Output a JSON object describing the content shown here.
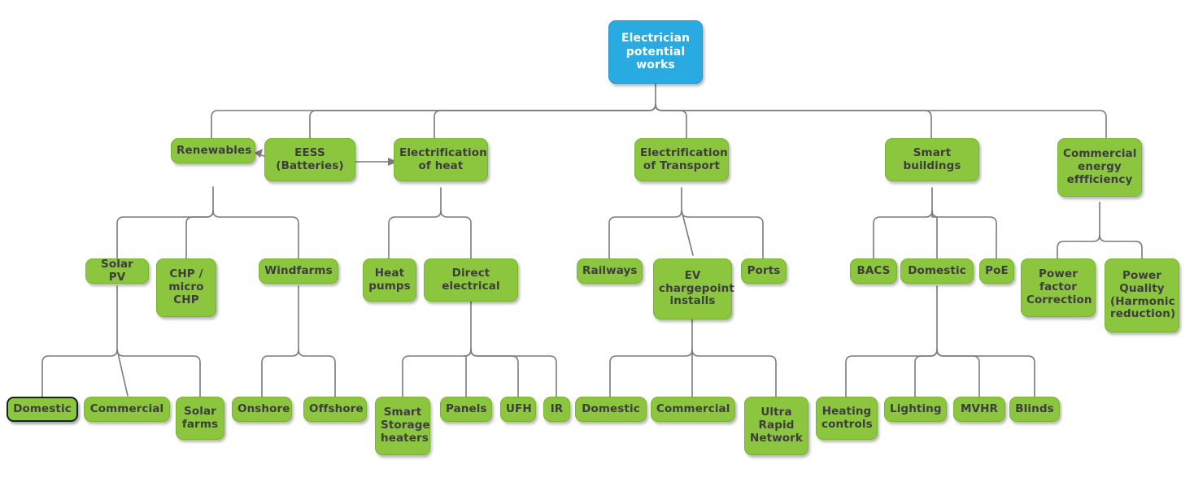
{
  "diagram": {
    "title": "Electrician potential works",
    "type": "mind-map",
    "colors": {
      "root_fill": "#29abe2",
      "root_text": "#ffffff",
      "node_fill": "#8cc63e",
      "node_text": "#3d3d3d",
      "connector": "#7a7a7a",
      "selected_border": "#15202b",
      "background": "#ffffff"
    },
    "nodes": {
      "root": {
        "label": "Electrician potential works",
        "lines": [
          "Electrician",
          "potential",
          "works"
        ]
      },
      "renewables": {
        "label": "Renewables",
        "lines": [
          "Renewables"
        ]
      },
      "eess": {
        "label": "EESS (Batteries)",
        "lines": [
          "EESS",
          "(Batteries)"
        ]
      },
      "elec_heat": {
        "label": "Electrification of heat",
        "lines": [
          "Electrification",
          "of heat"
        ]
      },
      "elec_transport": {
        "label": "Electrification of Transport",
        "lines": [
          "Electrification",
          "of Transport"
        ]
      },
      "smart_buildings": {
        "label": "Smart buildings",
        "lines": [
          "Smart",
          "buildings"
        ]
      },
      "commercial_energy": {
        "label": "Commercial energy effficiency",
        "lines": [
          "Commercial",
          "energy",
          "effficiency"
        ]
      },
      "solar_pv": {
        "label": "Solar PV",
        "lines": [
          "Solar PV"
        ]
      },
      "chp": {
        "label": "CHP / micro CHP",
        "lines": [
          "CHP /",
          "micro",
          "CHP"
        ]
      },
      "windfarms": {
        "label": "Windfarms",
        "lines": [
          "Windfarms"
        ]
      },
      "heat_pumps": {
        "label": "Heat pumps",
        "lines": [
          "Heat",
          "pumps"
        ]
      },
      "direct_electrical": {
        "label": "Direct electrical",
        "lines": [
          "Direct",
          "electrical"
        ]
      },
      "railways": {
        "label": "Railways",
        "lines": [
          "Railways"
        ]
      },
      "ev_chargepoint": {
        "label": "EV chargepoint installs",
        "lines": [
          "EV",
          "chargepoint",
          "installs"
        ]
      },
      "ports": {
        "label": "Ports",
        "lines": [
          "Ports"
        ]
      },
      "bacs": {
        "label": "BACS",
        "lines": [
          "BACS"
        ]
      },
      "sb_domestic": {
        "label": "Domestic",
        "lines": [
          "Domestic"
        ]
      },
      "poe": {
        "label": "PoE",
        "lines": [
          "PoE"
        ]
      },
      "power_factor": {
        "label": "Power factor Correction",
        "lines": [
          "Power",
          "factor",
          "Correction"
        ]
      },
      "power_quality": {
        "label": "Power Quality (Harmonic reduction)",
        "lines": [
          "Power",
          "Quality",
          "(Harmonic",
          "reduction)"
        ]
      },
      "pv_domestic": {
        "label": "Domestic",
        "lines": [
          "Domestic"
        ],
        "selected": true
      },
      "pv_commercial": {
        "label": "Commercial",
        "lines": [
          "Commercial"
        ]
      },
      "solar_farms": {
        "label": "Solar farms",
        "lines": [
          "Solar",
          "farms"
        ]
      },
      "onshore": {
        "label": "Onshore",
        "lines": [
          "Onshore"
        ]
      },
      "offshore": {
        "label": "Offshore",
        "lines": [
          "Offshore"
        ]
      },
      "smart_storage_heaters": {
        "label": "Smart Storage heaters",
        "lines": [
          "Smart",
          "Storage",
          "heaters"
        ]
      },
      "panels": {
        "label": "Panels",
        "lines": [
          "Panels"
        ]
      },
      "ufh": {
        "label": "UFH",
        "lines": [
          "UFH"
        ]
      },
      "ir": {
        "label": "IR",
        "lines": [
          "IR"
        ]
      },
      "ev_domestic": {
        "label": "Domestic",
        "lines": [
          "Domestic"
        ]
      },
      "ev_commercial": {
        "label": "Commercial",
        "lines": [
          "Commercial"
        ]
      },
      "ultra_rapid": {
        "label": "Ultra Rapid Network",
        "lines": [
          "Ultra",
          "Rapid",
          "Network"
        ]
      },
      "heating_controls": {
        "label": "Heating controls",
        "lines": [
          "Heating",
          "controls"
        ]
      },
      "lighting": {
        "label": "Lighting",
        "lines": [
          "Lighting"
        ]
      },
      "mvhr": {
        "label": "MVHR",
        "lines": [
          "MVHR"
        ]
      },
      "blinds": {
        "label": "Blinds",
        "lines": [
          "Blinds"
        ]
      }
    },
    "edges": [
      {
        "from": "root",
        "to": "renewables"
      },
      {
        "from": "root",
        "to": "eess"
      },
      {
        "from": "root",
        "to": "elec_heat"
      },
      {
        "from": "root",
        "to": "elec_transport"
      },
      {
        "from": "root",
        "to": "smart_buildings"
      },
      {
        "from": "root",
        "to": "commercial_energy"
      },
      {
        "from": "eess",
        "to": "renewables",
        "style": "arrow"
      },
      {
        "from": "eess",
        "to": "elec_heat",
        "style": "arrow"
      },
      {
        "from": "renewables",
        "to": "solar_pv"
      },
      {
        "from": "renewables",
        "to": "chp"
      },
      {
        "from": "renewables",
        "to": "windfarms"
      },
      {
        "from": "elec_heat",
        "to": "heat_pumps"
      },
      {
        "from": "elec_heat",
        "to": "direct_electrical"
      },
      {
        "from": "elec_transport",
        "to": "railways"
      },
      {
        "from": "elec_transport",
        "to": "ev_chargepoint"
      },
      {
        "from": "elec_transport",
        "to": "ports"
      },
      {
        "from": "smart_buildings",
        "to": "bacs"
      },
      {
        "from": "smart_buildings",
        "to": "sb_domestic"
      },
      {
        "from": "smart_buildings",
        "to": "poe"
      },
      {
        "from": "commercial_energy",
        "to": "power_factor"
      },
      {
        "from": "commercial_energy",
        "to": "power_quality"
      },
      {
        "from": "solar_pv",
        "to": "pv_domestic"
      },
      {
        "from": "solar_pv",
        "to": "pv_commercial"
      },
      {
        "from": "solar_pv",
        "to": "solar_farms"
      },
      {
        "from": "windfarms",
        "to": "onshore"
      },
      {
        "from": "windfarms",
        "to": "offshore"
      },
      {
        "from": "direct_electrical",
        "to": "smart_storage_heaters"
      },
      {
        "from": "direct_electrical",
        "to": "panels"
      },
      {
        "from": "direct_electrical",
        "to": "ufh"
      },
      {
        "from": "direct_electrical",
        "to": "ir"
      },
      {
        "from": "ev_chargepoint",
        "to": "ev_domestic"
      },
      {
        "from": "ev_chargepoint",
        "to": "ev_commercial"
      },
      {
        "from": "ev_chargepoint",
        "to": "ultra_rapid"
      },
      {
        "from": "sb_domestic",
        "to": "heating_controls"
      },
      {
        "from": "sb_domestic",
        "to": "lighting"
      },
      {
        "from": "sb_domestic",
        "to": "mvhr"
      },
      {
        "from": "sb_domestic",
        "to": "blinds"
      }
    ]
  }
}
